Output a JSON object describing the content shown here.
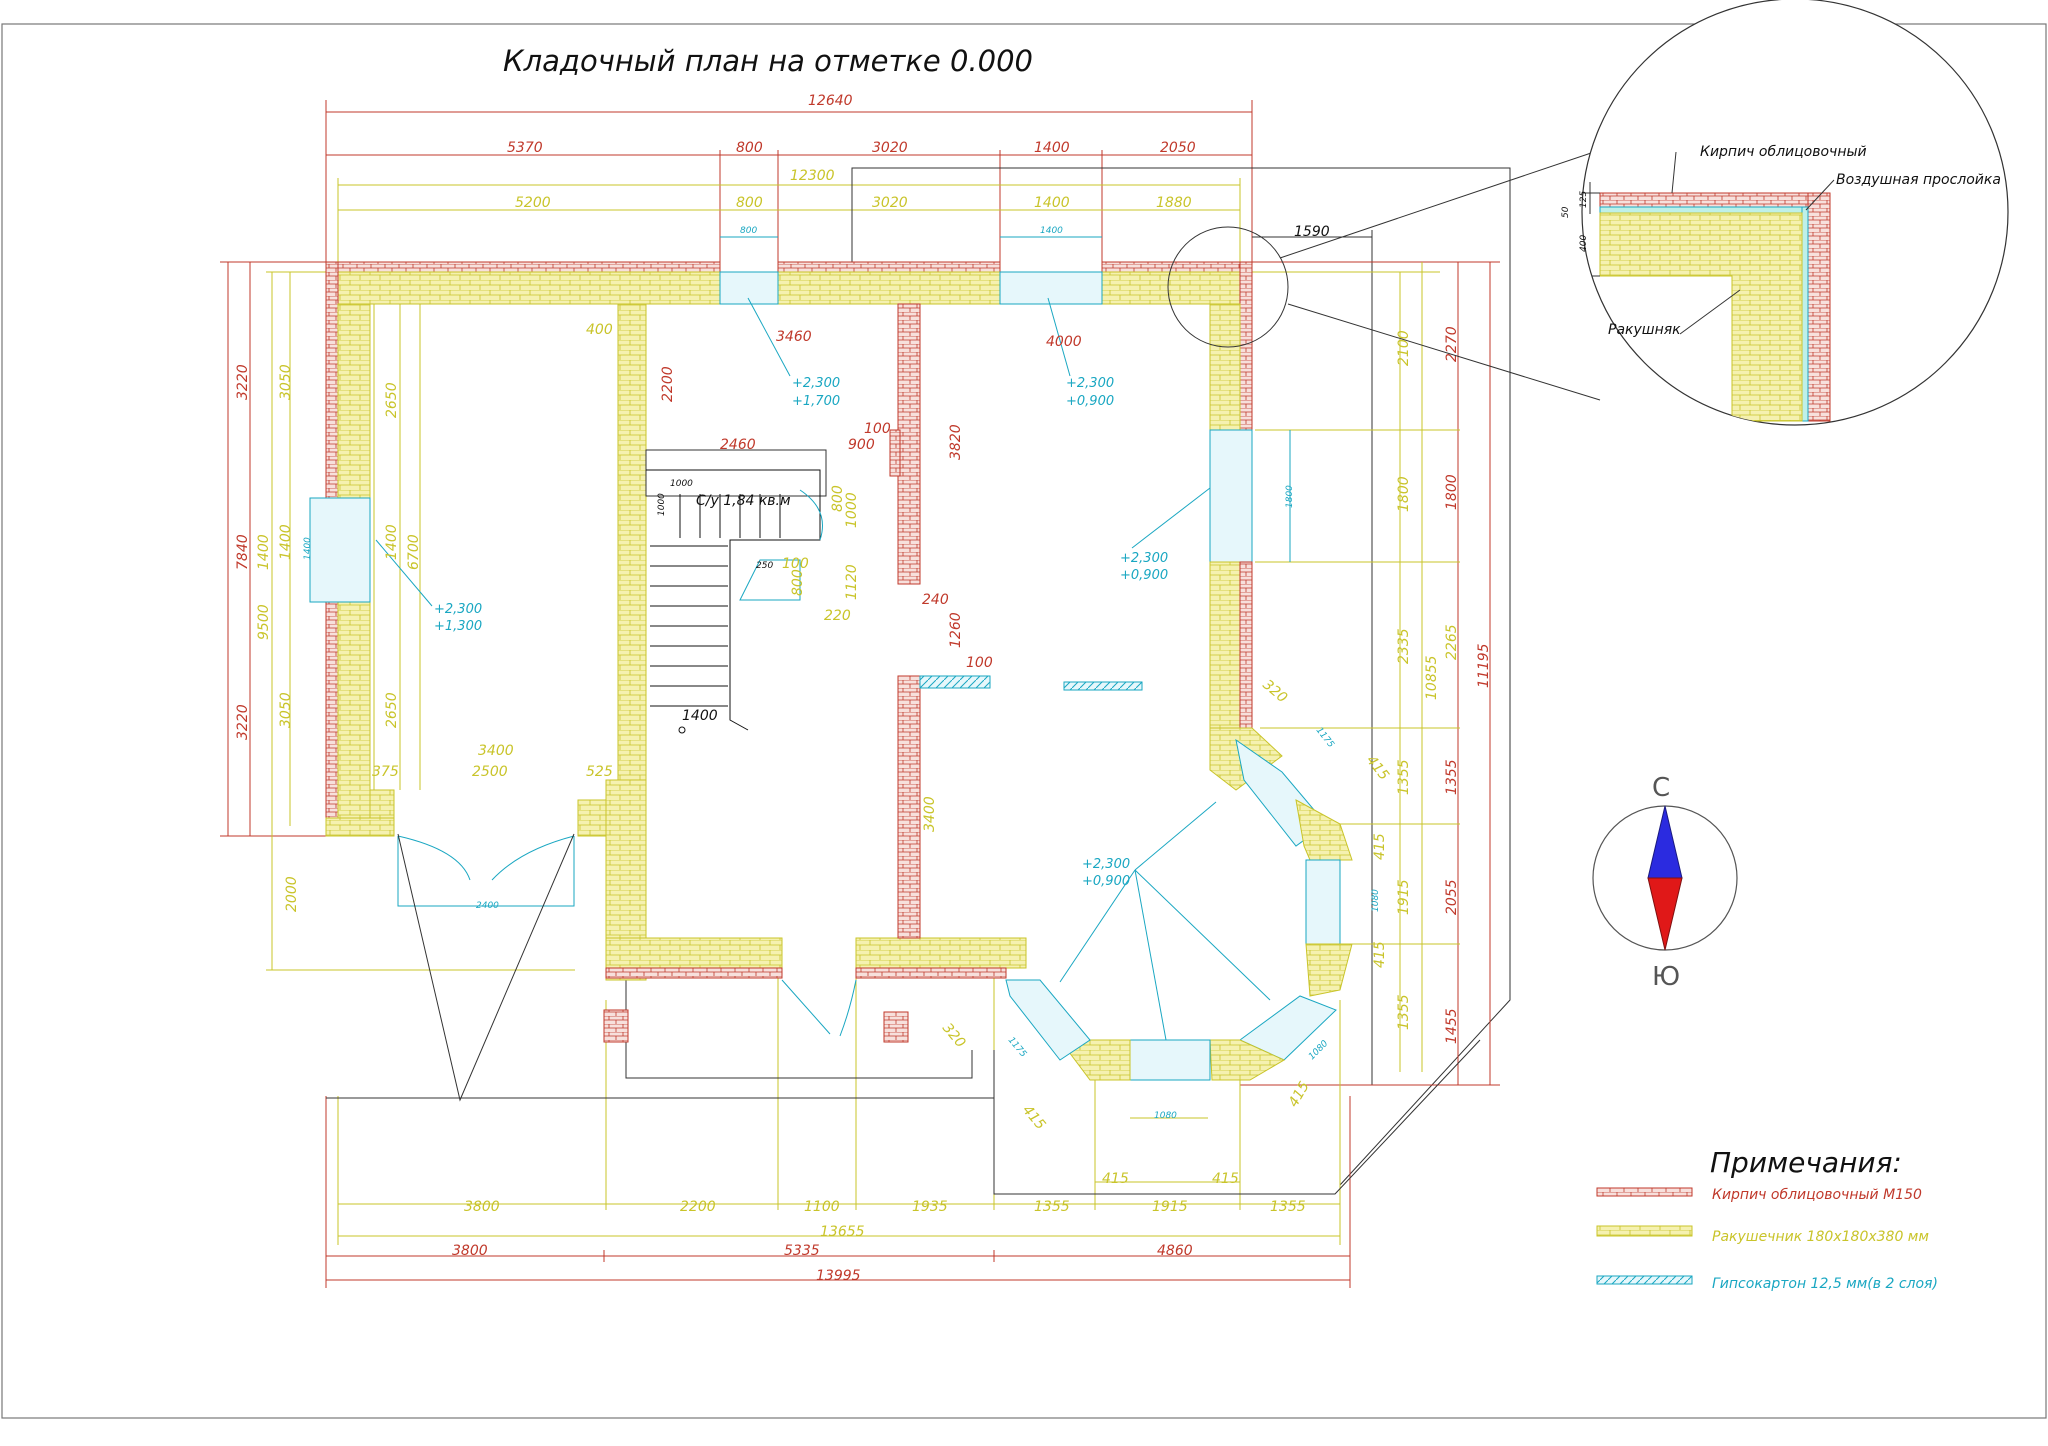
{
  "title": "Кладочный план на отметке 0.000",
  "top_dims": {
    "overall_outer": "12640",
    "outer": [
      "5370",
      "800",
      "3020",
      "1400",
      "2050"
    ],
    "overall_inner": "12300",
    "inner": [
      "5200",
      "800",
      "3020",
      "1400",
      "1880"
    ],
    "win_small": [
      "800",
      "1400"
    ],
    "offset_right": "1590"
  },
  "left_dims": {
    "overall": "7840",
    "outer": [
      "3220",
      "1400",
      "3220"
    ],
    "mid_total": "9500",
    "mid": [
      "3050",
      "1400",
      "3050"
    ],
    "inner": [
      "2650",
      "1400",
      "2650"
    ],
    "inner_total": "6700",
    "win_small": "1400",
    "porch": "2000"
  },
  "right_dims": {
    "overall": "11195",
    "outer": [
      "2270",
      "1800",
      "10855",
      "2265",
      "1355",
      "2055",
      "1455"
    ],
    "inner": [
      "2100",
      "1800",
      "2335",
      "1355",
      "1915",
      "1355"
    ],
    "win_small": [
      "1800",
      "1080"
    ],
    "bay": [
      "320",
      "1175",
      "415",
      "415",
      "415"
    ]
  },
  "bottom_dims": {
    "row1": [
      "3800",
      "2200",
      "1100",
      "1935",
      "1355",
      "1915",
      "1355"
    ],
    "mid_total": "13655",
    "row2": [
      "3800",
      "5335",
      "4860"
    ],
    "overall": "13995",
    "bay_small": [
      "415",
      "415",
      "1080"
    ],
    "bay_diag": [
      "320",
      "1175",
      "415",
      "1080",
      "415"
    ]
  },
  "interior_dims": {
    "d400": "400",
    "d3460": "3460",
    "d4000": "4000",
    "d2200": "2200",
    "d2460": "2460",
    "d900": "900",
    "d100a": "100",
    "d3820": "3820",
    "d240": "240",
    "d1260": "1260",
    "d100b": "100",
    "d3400v": "3400",
    "d3400h": "3400",
    "d375": "375",
    "d2500": "2500",
    "d525": "525",
    "d2400": "2400",
    "d1400": "1400",
    "wc_label": "С/у 1,84 кв.м",
    "wc_dims": [
      "1000",
      "1000",
      "800",
      "1000",
      "250",
      "100",
      "800",
      "1120",
      "220"
    ]
  },
  "elevations": [
    [
      "+2,300",
      "+1,700"
    ],
    [
      "+2,300",
      "+0,900"
    ],
    [
      "+2,300",
      "+1,300"
    ],
    [
      "+2,300",
      "+0,900"
    ],
    [
      "+2,300",
      "+0,900"
    ]
  ],
  "detail": {
    "label_facing": "Кирпич облицовочный",
    "label_air": "Воздушная прослойка",
    "label_shell": "Ракушняк",
    "dims": [
      "50",
      "125",
      "400"
    ]
  },
  "compass": {
    "north": "С",
    "south": "Ю"
  },
  "notes": {
    "title": "Примечания:",
    "items": [
      {
        "text": "Кирпич облицовочный М150",
        "color": "#c0392b"
      },
      {
        "text": "Ракушечник 180х180х380 мм",
        "color": "#c9c42a"
      },
      {
        "text": "Гипсокартон 12,5 мм(в 2 слоя)",
        "color": "#1aa7c2"
      }
    ]
  },
  "colors": {
    "brick": "#c0392b",
    "shell": "#f5f1b0",
    "shell_line": "#c9c42a",
    "gypsum": "#1aa7c2",
    "dim_red": "#c0392b",
    "dim_yellow": "#c9c42a"
  }
}
